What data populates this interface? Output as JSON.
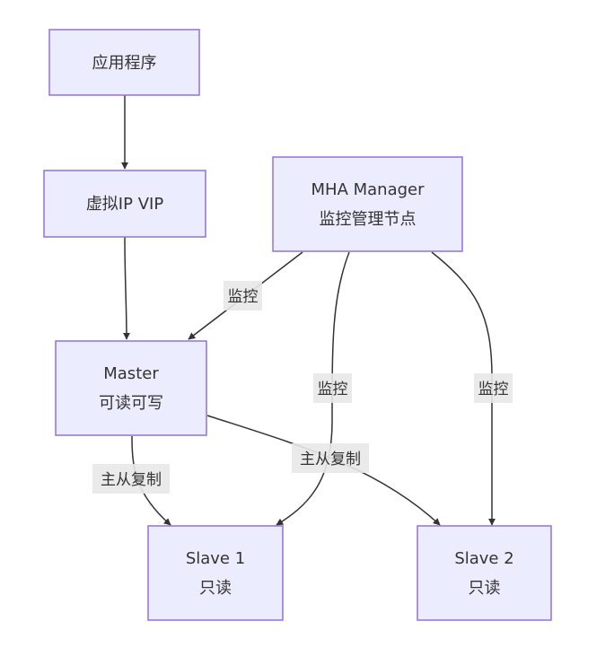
{
  "diagram": {
    "type": "flowchart",
    "colors": {
      "node_fill": "#ECECFF",
      "node_border": "#9370DB",
      "edge": "#333333",
      "label_bg": "#e8e8e8",
      "text": "#333333"
    },
    "nodes": {
      "app": {
        "lines": [
          "应用程序"
        ]
      },
      "vip": {
        "lines": [
          "虚拟IP VIP"
        ]
      },
      "mha": {
        "lines": [
          "MHA Manager",
          "监控管理节点"
        ]
      },
      "master": {
        "lines": [
          "Master",
          "可读可写"
        ]
      },
      "slave1": {
        "lines": [
          "Slave 1",
          "只读"
        ]
      },
      "slave2": {
        "lines": [
          "Slave 2",
          "只读"
        ]
      }
    },
    "edges": [
      {
        "id": "app-vip",
        "from": "app",
        "to": "vip",
        "label": ""
      },
      {
        "id": "vip-master",
        "from": "vip",
        "to": "master",
        "label": ""
      },
      {
        "id": "mha-master",
        "from": "mha",
        "to": "master",
        "label": "监控"
      },
      {
        "id": "mha-slave1",
        "from": "mha",
        "to": "slave1",
        "label": "监控"
      },
      {
        "id": "mha-slave2",
        "from": "mha",
        "to": "slave2",
        "label": "监控"
      },
      {
        "id": "master-slave1",
        "from": "master",
        "to": "slave1",
        "label": "主从复制"
      },
      {
        "id": "master-slave2",
        "from": "master",
        "to": "slave2",
        "label": "主从复制"
      }
    ]
  }
}
